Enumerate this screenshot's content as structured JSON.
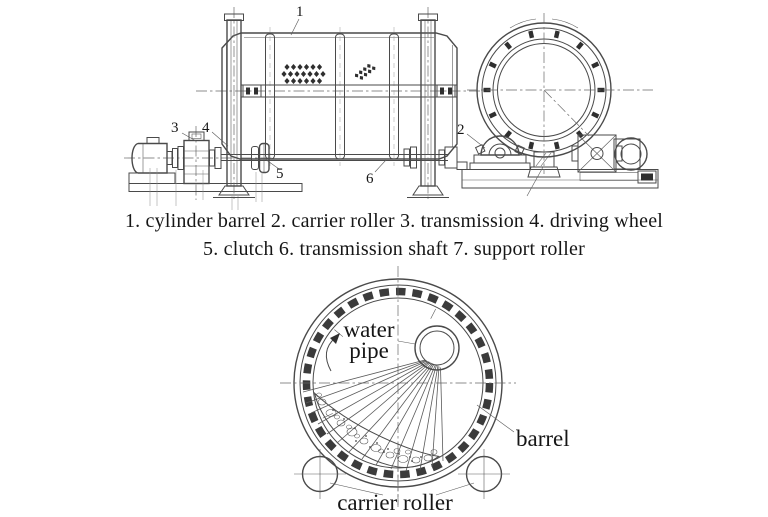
{
  "colors": {
    "background": "#ffffff",
    "line": "#4a4a4a",
    "dark_detail": "#2f2f2f",
    "text": "#161616"
  },
  "caption": {
    "line1": "1. cylinder barrel  2. carrier roller  3. transmission  4. driving wheel",
    "line2": "5. clutch  6. transmission shaft  7. support roller"
  },
  "side_view": {
    "callout_1": "1",
    "callout_3": "3",
    "callout_4": "4",
    "callout_5": "5",
    "callout_6": "6"
  },
  "end_view": {
    "callout_2": "2"
  },
  "cross_section": {
    "water_pipe_label": "water\npipe",
    "barrel_label": "barrel",
    "carrier_roller_label": "carrier roller"
  }
}
